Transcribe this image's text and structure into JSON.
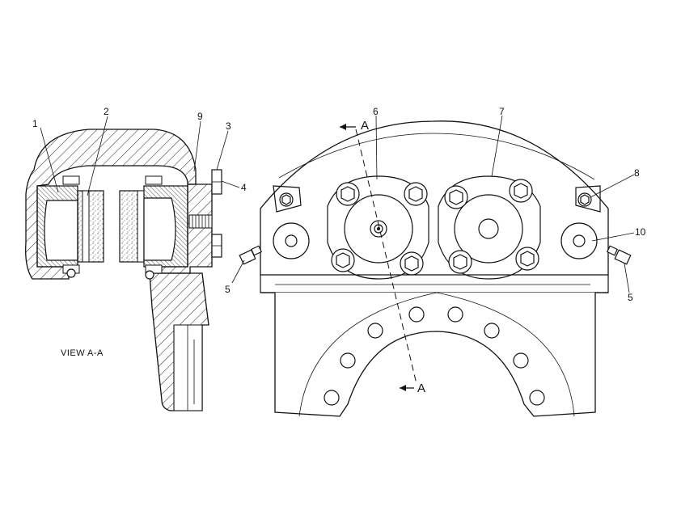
{
  "labels": {
    "p1": "1",
    "p2": "2",
    "p9": "9",
    "p3": "3",
    "p4": "4",
    "p5_left": "5",
    "p5_right": "5",
    "p6": "6",
    "p7": "7",
    "p8": "8",
    "p10": "10"
  },
  "section": {
    "top": "A",
    "bottom": "A"
  },
  "view_caption": "VIEW  A-A"
}
